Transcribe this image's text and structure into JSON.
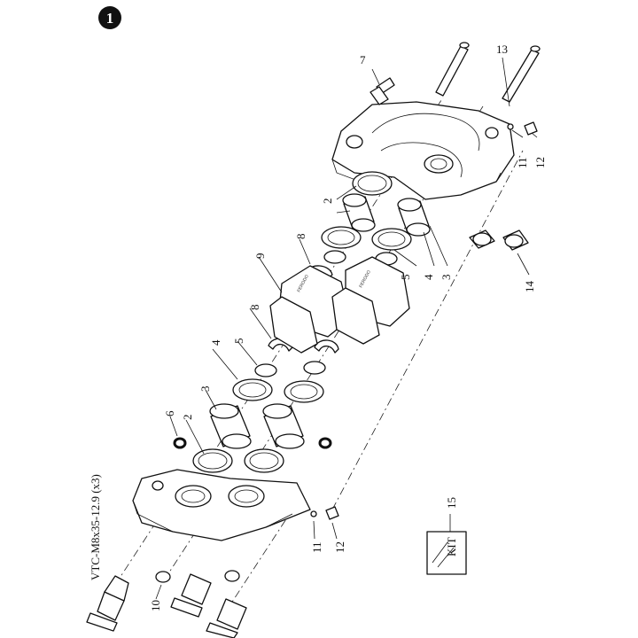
{
  "badge": "1",
  "bolt_spec": "VTC-M8x35-12.9 (x3)",
  "kit_label": "KIT",
  "pad_marking": "FERODO",
  "callouts": [
    "1",
    "2",
    "2",
    "3",
    "3",
    "4",
    "4",
    "5",
    "5",
    "6",
    "7",
    "8",
    "8",
    "9",
    "10",
    "11",
    "11",
    "12",
    "12",
    "13",
    "14",
    "15"
  ]
}
